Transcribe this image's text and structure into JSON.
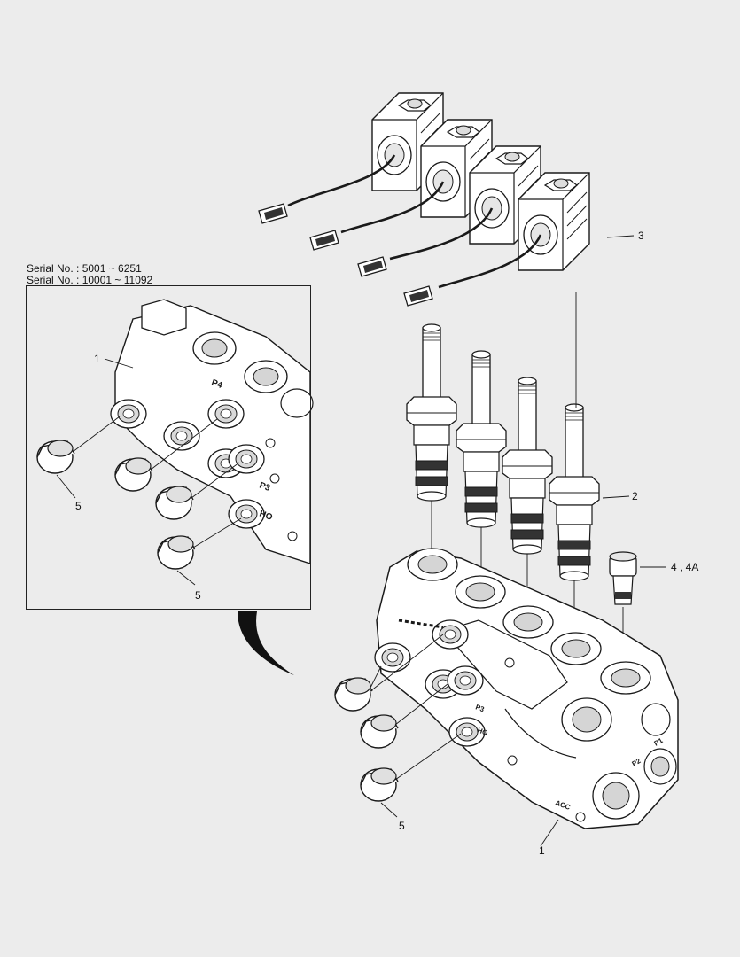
{
  "inset": {
    "serial_1": "Serial No. : 5001 ~ 6251",
    "serial_2": "Serial No. : 10001 ~ 11092"
  },
  "callouts": {
    "item_1_inset": "1",
    "item_5_inset_a": "5",
    "item_5_inset_b": "5",
    "item_3": "3",
    "item_2": "2",
    "item_4": "4 , 4A",
    "item_5_main": "5",
    "item_1_main": "1"
  },
  "port_labels": {
    "p4": "P4",
    "p3": "P3",
    "ho": "HO",
    "p1": "P1",
    "p2": "P2",
    "acc": "ACC",
    "p3_main": "P3",
    "ho_main": "HO"
  },
  "colors": {
    "background": "#ececec",
    "part_fill": "#ffffff",
    "line": "#1a1a1a",
    "shade": "#cfcfcf"
  }
}
